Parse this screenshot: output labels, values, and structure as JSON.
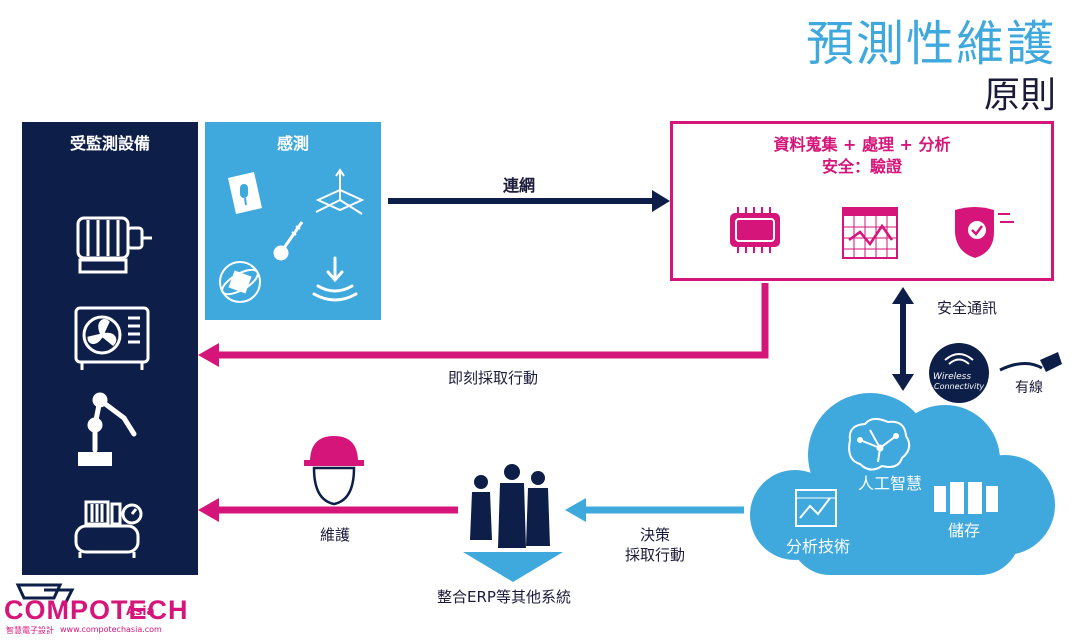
{
  "title": {
    "main": "預測性維護",
    "sub": "原則"
  },
  "monitored": {
    "header": "受監測設備",
    "icons": [
      "motor-icon",
      "hvac-fan-icon",
      "robot-arm-icon",
      "compressor-icon"
    ]
  },
  "sensing": {
    "header": "感測",
    "icons": [
      "microphone-icon",
      "accelerometer-icon",
      "thermometer-icon",
      "gyroscope-icon",
      "pressure-icon"
    ]
  },
  "data_panel": {
    "line1": "資料蒐集 + 處理 + 分析",
    "line2": "安全：驗證",
    "icons": [
      "processor-chip-icon",
      "analytics-chart-icon",
      "security-shield-icon"
    ]
  },
  "labels": {
    "network": "連網",
    "act_now": "即刻採取行動",
    "secure_comm": "安全通訊",
    "wired": "有線",
    "wireless_line1": "Wireless",
    "wireless_line2": "Connectivity",
    "maintenance": "維護",
    "decision_line1": "決策",
    "decision_line2": "採取行動",
    "erp": "整合ERP等其他系統"
  },
  "cloud": {
    "ai": "人工智慧",
    "storage": "儲存",
    "analytics": "分析技術"
  },
  "logo": {
    "brand": "COMPOTECH",
    "region": "Asia",
    "sub": "智慧電子設計",
    "url": "www.compotechasia.com"
  },
  "colors": {
    "navy": "#0d1f48",
    "blue": "#3fa9de",
    "magenta": "#d6157a"
  }
}
